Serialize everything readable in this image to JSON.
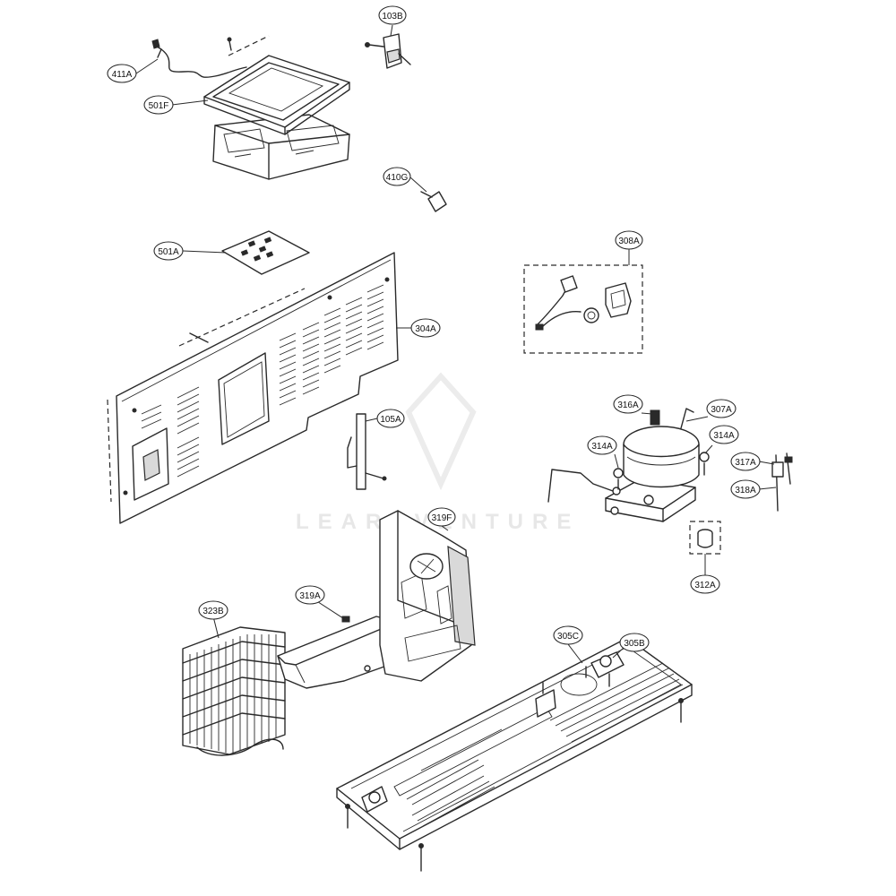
{
  "watermark": {
    "text": "LEARNVENTURE"
  },
  "callouts": [
    {
      "id": "103B",
      "label": "103B"
    },
    {
      "id": "411A",
      "label": "411A"
    },
    {
      "id": "501F",
      "label": "501F"
    },
    {
      "id": "410G",
      "label": "410G"
    },
    {
      "id": "501A",
      "label": "501A"
    },
    {
      "id": "308A",
      "label": "308A"
    },
    {
      "id": "304A",
      "label": "304A"
    },
    {
      "id": "105A",
      "label": "105A"
    },
    {
      "id": "316A",
      "label": "316A"
    },
    {
      "id": "307A",
      "label": "307A"
    },
    {
      "id": "314A_left",
      "label": "314A"
    },
    {
      "id": "314A_right",
      "label": "314A"
    },
    {
      "id": "317A",
      "label": "317A"
    },
    {
      "id": "318A",
      "label": "318A"
    },
    {
      "id": "312A",
      "label": "312A"
    },
    {
      "id": "319F",
      "label": "319F"
    },
    {
      "id": "319A",
      "label": "319A"
    },
    {
      "id": "323B",
      "label": "323B"
    },
    {
      "id": "305C",
      "label": "305C"
    },
    {
      "id": "305B",
      "label": "305B"
    }
  ]
}
